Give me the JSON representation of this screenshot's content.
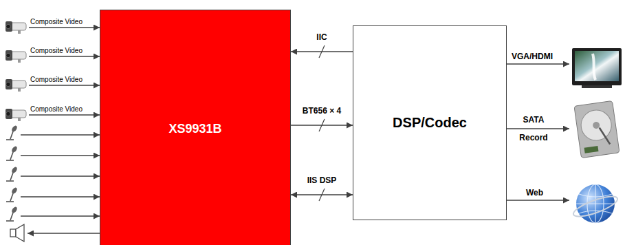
{
  "diagram": {
    "nodes": [
      {
        "text": [
          "XS9931B"
        ]
      },
      {
        "text": [
          "DSP/Codec"
        ]
      }
    ],
    "edges": [
      {
        "from": 1,
        "to": 0,
        "arrow": "to",
        "label": "IIC"
      },
      {
        "from": 0,
        "to": 1,
        "arrow": "to",
        "label": "BT656 × 4"
      },
      {
        "from": 0,
        "to": 1,
        "arrow": "both",
        "label": "IIS DSP"
      }
    ],
    "labels": [
      "Composite Video",
      "Composite Video",
      "Composite Video",
      "Composite Video",
      "VGA/HDMI",
      "SATA Record",
      "Web"
    ]
  }
}
